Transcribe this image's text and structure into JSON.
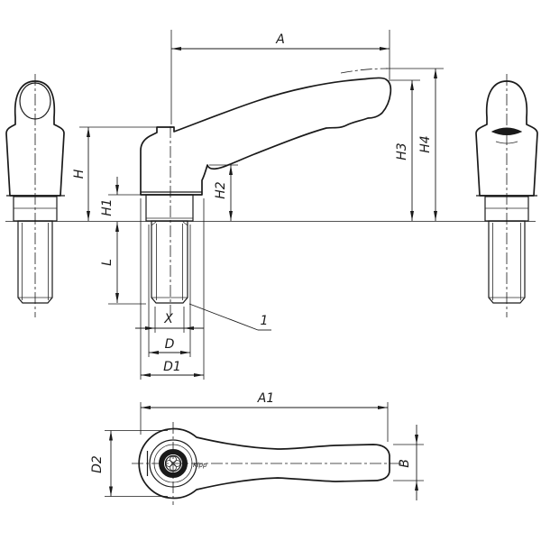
{
  "drawing": {
    "kind": "technical drawing, adjustable clamping lever, three orthographic views plus plan view",
    "colors": {
      "line": "#1a1a1a",
      "background": "#ffffff"
    }
  },
  "labels": {
    "A": "A",
    "H": "H",
    "H1": "H1",
    "H2": "H2",
    "H3": "H3",
    "H4": "H4",
    "L": "L",
    "X": "X",
    "D": "D",
    "D1": "D1",
    "callout_1": "1",
    "A1": "A1",
    "D2": "D2",
    "B": "B"
  },
  "logo_stamp": "Kipp"
}
